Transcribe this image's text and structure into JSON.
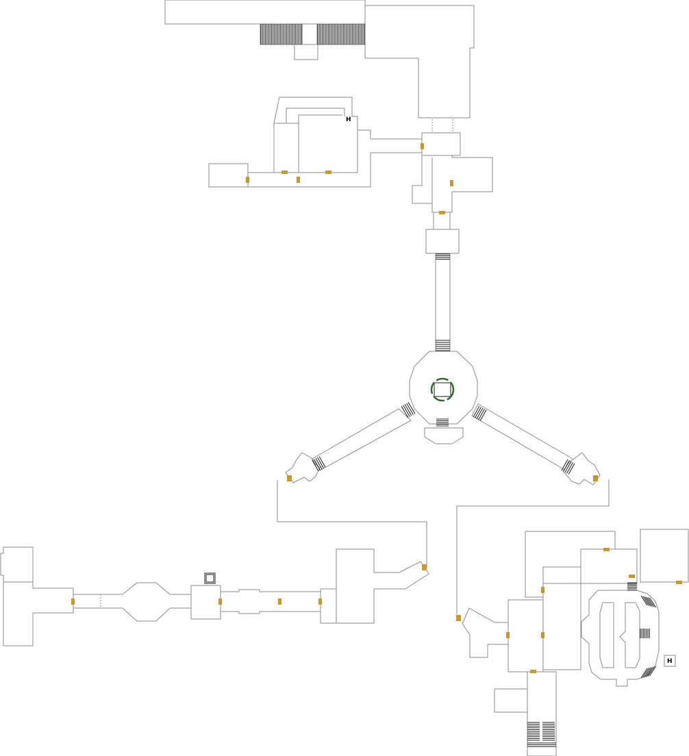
{
  "map": {
    "colors": {
      "background": "#ffffff",
      "wall": "#8a8a8a",
      "door": "#c8982f",
      "stairs": "#1a1a1a",
      "ring": "#2e6b2e"
    },
    "markers": {
      "ladder_north": "H",
      "ladder_southeast": "H"
    },
    "icons": {
      "doors": "door-marker",
      "stairs": "stairs-symbol",
      "ring": "teleporter-ring-icon",
      "ladder": "ladder-icon"
    }
  }
}
